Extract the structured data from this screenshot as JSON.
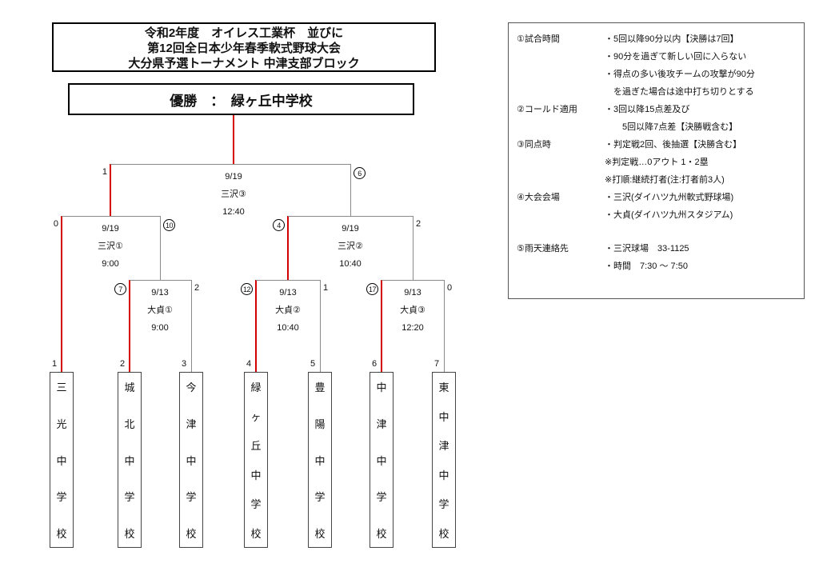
{
  "title_box": {
    "line1": "令和2年度　オイレス工業杯　並びに",
    "line2": "第12回全日本少年春季軟式野球大会",
    "line3": "大分県予選トーナメント 中津支部ブロック"
  },
  "champion_box": {
    "text": "優勝　：　緑ヶ丘中学校"
  },
  "teams": [
    {
      "seed": "1",
      "name": "三光中学校"
    },
    {
      "seed": "2",
      "name": "城北中学校"
    },
    {
      "seed": "3",
      "name": "今津中学校"
    },
    {
      "seed": "4",
      "name": "緑ヶ丘中学校"
    },
    {
      "seed": "5",
      "name": "豊陽中学校"
    },
    {
      "seed": "6",
      "name": "中津中学校"
    },
    {
      "seed": "7",
      "name": "東中津中学校"
    }
  ],
  "games": [
    {
      "id": "r1a",
      "date": "9/13",
      "venue": "大貞①",
      "time": "9:00",
      "left": {
        "score": "7",
        "circled": true
      },
      "right": {
        "score": "2",
        "circled": false
      }
    },
    {
      "id": "r1b",
      "date": "9/13",
      "venue": "大貞②",
      "time": "10:40",
      "left": {
        "score": "12",
        "circled": true
      },
      "right": {
        "score": "1",
        "circled": false
      }
    },
    {
      "id": "r1c",
      "date": "9/13",
      "venue": "大貞③",
      "time": "12:20",
      "left": {
        "score": "17",
        "circled": true
      },
      "right": {
        "score": "0",
        "circled": false
      }
    },
    {
      "id": "sf1",
      "date": "9/19",
      "venue": "三沢①",
      "time": "9:00",
      "left": {
        "score": "0",
        "circled": false
      },
      "right": {
        "score": "10",
        "circled": true
      }
    },
    {
      "id": "sf2",
      "date": "9/19",
      "venue": "三沢②",
      "time": "10:40",
      "left": {
        "score": "4",
        "circled": true
      },
      "right": {
        "score": "2",
        "circled": false
      }
    },
    {
      "id": "final",
      "date": "9/19",
      "venue": "三沢③",
      "time": "12:40",
      "left": {
        "score": "1",
        "circled": false
      },
      "right": {
        "score": "6",
        "circled": true
      }
    }
  ],
  "colors": {
    "advance_line": "#d40000",
    "bracket_line": "#8a8a8a"
  },
  "rules_panel": {
    "rows": [
      {
        "label": "①試合時間",
        "lines": [
          "・5回以降90分以内【決勝は7回】",
          "・90分を過ぎて新しい回に入らない",
          "・得点の多い後攻チームの攻撃が90分",
          "　を過ぎた場合は途中打ち切りとする"
        ]
      },
      {
        "label": "②コールド適用",
        "lines": [
          "・3回以降15点差及び",
          "　　5回以降7点差【決勝戦含む】"
        ]
      },
      {
        "label": "③同点時",
        "lines": [
          "・判定戦2回、後抽選【決勝含む】",
          "※判定戦…0アウト 1・2塁",
          "※打順:継続打者(注:打者前3人)"
        ]
      },
      {
        "label": "④大会会場",
        "lines": [
          "・三沢(ダイハツ九州軟式野球場)",
          "・大貞(ダイハツ九州スタジアム)"
        ],
        "gap_after": true
      },
      {
        "label": "⑤雨天連絡先",
        "lines": [
          "・三沢球場　33-1125",
          "・時間　7:30 ～ 7:50"
        ]
      }
    ]
  }
}
